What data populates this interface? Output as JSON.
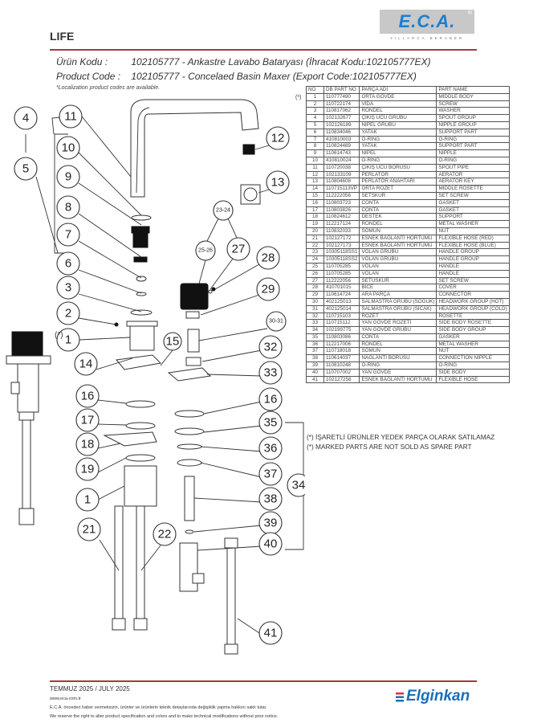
{
  "header": {
    "title": "LIFE",
    "logo": {
      "text": "E.C.A.",
      "registered": "®",
      "tagline": "YILLARCA BERABER",
      "brand_color": "#1a7fd0"
    },
    "product_code_label_tr": "Ürün Kodu :",
    "product_code_value_tr": "102105777 - Ankastre Lavabo Bataryası (İhracat Kodu:102105777EX)",
    "product_code_label_en": "Product Code :",
    "product_code_value_en": "102105777 - Concelaed Basin Maxer (Export Code:102105777EX)",
    "note": "*Localization product codes are available."
  },
  "table": {
    "marker": "(*)",
    "headers": [
      "NO",
      "DB PART NO",
      "PARÇA ADİ",
      "PART NAME"
    ],
    "rows": [
      [
        "1",
        "110777490",
        "ORTA GÖVDE",
        "MİDDLE BODY"
      ],
      [
        "2",
        "110722174",
        "VİDA",
        "SCREW"
      ],
      [
        "3",
        "110817062",
        "RONDEL",
        "WASHER"
      ],
      [
        "4",
        "102132677",
        "ÇIKIŞ UCU GRUBU",
        "SPOUT GROUP"
      ],
      [
        "5",
        "102126189",
        "NİPEL GRUBU",
        "NİPPLE GROUP"
      ],
      [
        "6",
        "110834046",
        "YATAK",
        "SUPPORT PART"
      ],
      [
        "7",
        "410810003",
        "O-RİNG",
        "O-RİNG"
      ],
      [
        "8",
        "110824489",
        "YATAK",
        "SUPPORT PART"
      ],
      [
        "9",
        "110614743",
        "NİPEL",
        "NİPPLE"
      ],
      [
        "10",
        "410810024",
        "O-RİNG",
        "O-RİNG"
      ],
      [
        "11",
        "110720038",
        "ÇIKIŞ UCU BORUSU",
        "SPOUT PİPE"
      ],
      [
        "12",
        "102133109",
        "PERLATÖR",
        "AERATOR"
      ],
      [
        "13",
        "110804608",
        "PERLATÖR ANAHTARI",
        "AERATOR KEY"
      ],
      [
        "14",
        "110715113VP",
        "ORTA ROZET",
        "MİDDLE ROSETTE"
      ],
      [
        "15",
        "112222056",
        "SETSKUR",
        "SET SCREW"
      ],
      [
        "16",
        "110803723",
        "CONTA",
        "GASKET"
      ],
      [
        "17",
        "110803826",
        "CONTA",
        "GASKET"
      ],
      [
        "18",
        "110824612",
        "DESTEK",
        "SUPPORT"
      ],
      [
        "19",
        "112217124",
        "RONDEL",
        "METAL WASHER"
      ],
      [
        "20",
        "110832033",
        "SOMUN",
        "NUT"
      ],
      [
        "21",
        "102127172",
        "ESNEK BAĞLANTI HORTUMU",
        "FLEXİBLE HOSE (RED)"
      ],
      [
        "22",
        "102127173",
        "ESNEK BAĞLANTI HORTUMU",
        "FLEXİBLE HOSE (BLUE)"
      ],
      [
        "23",
        "10305118SS1",
        "VOLAN GRUBU",
        "HANDLE GROUP"
      ],
      [
        "24",
        "10305118SS2",
        "VOLAN GRUBU",
        "HANDLE GROUP"
      ],
      [
        "25",
        "110705285",
        "VOLAN",
        "HANDLE"
      ],
      [
        "26",
        "110705285",
        "VOLAN",
        "HANDLE"
      ],
      [
        "27",
        "112222056",
        "SETUSKUR",
        "SET SCREW"
      ],
      [
        "28",
        "410701015",
        "BİCE",
        "COVER"
      ],
      [
        "29",
        "110614724",
        "ARA PARÇA",
        "CONNECTOR"
      ],
      [
        "30",
        "402125013",
        "SALMASTRA GRUBU (SOĞUK)",
        "HEADWORK GROUP (HOT)"
      ],
      [
        "31",
        "402125014",
        "SALMASTRA GRUBU (SICAK)",
        "HEADWORK GROUP (COLD)"
      ],
      [
        "32",
        "110715103",
        "ROZET",
        "ROSETTE"
      ],
      [
        "33",
        "110715112",
        "YAN GÖVDE ROZETİ",
        "SİDE BODY ROSETTE"
      ],
      [
        "34",
        "102199775",
        "YAN GÖVDE GRUBU",
        "SİDE BODY GROUP"
      ],
      [
        "35",
        "110803086",
        "CONTA",
        "GASKER"
      ],
      [
        "36",
        "112217006",
        "RONDEL",
        "METAL WASHER"
      ],
      [
        "37",
        "110718018",
        "SOMUN",
        "NUT"
      ],
      [
        "38",
        "110614037",
        "NAĞLANTI BORUSU",
        "CONNECTION NİPPLE"
      ],
      [
        "39",
        "110810248",
        "O-RİNG",
        "O-RİNG"
      ],
      [
        "40",
        "110707002",
        "YAN GÖVDE",
        "SIDE BODY"
      ],
      [
        "41",
        "102127258",
        "ESNEK BAĞLANTI HORTUMU",
        "FLEXİBLE HOSE"
      ]
    ],
    "footnote_tr": "(*) İŞARETLİ ÜRÜNLER YEDEK PARÇA OLARAK SATILAMAZ",
    "footnote_en": "(*) MARKED PARTS ARE NOT SOLD AS SPARE PART"
  },
  "diagram": {
    "callouts": [
      "4",
      "11",
      "10",
      "5",
      "9",
      "8",
      "7",
      "6",
      "3",
      "2",
      "1",
      "14",
      "15",
      "16",
      "17",
      "18",
      "19",
      "1",
      "21",
      "22",
      "12",
      "13",
      "23-24",
      "25-26",
      "27",
      "28",
      "29",
      "30-31",
      "32",
      "33",
      "16",
      "35",
      "36",
      "37",
      "34",
      "38",
      "39",
      "40",
      "41"
    ],
    "marker": "(*)"
  },
  "footer": {
    "date": "TEMMUZ 2025 / JULY 2025",
    "website": "www.eca.com.tr",
    "disclaimer_tr": "E.C.A. önceden haber vermeksizin, ürünler ve ürünlerin teknik detaylarında değişiklik yapma hakkını saklı tutar.",
    "disclaimer_en": "We reserve the right to alter product specification and colors and to make technical modifications without prior notice.",
    "brand": "Elginkan",
    "brand_color": "#1a6fb8"
  }
}
